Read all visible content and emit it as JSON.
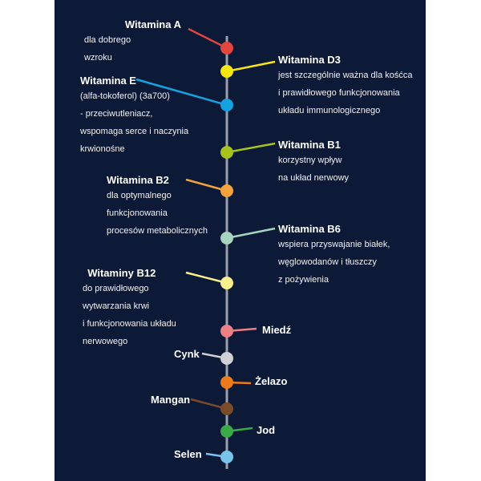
{
  "colors": {
    "background": "#0c1937",
    "spine": "#9a9fab"
  },
  "nutrients": [
    {
      "name": "Witamina A",
      "desc": [
        "dla dobrego",
        "wzroku"
      ],
      "color": "#e0463e",
      "side": "left"
    },
    {
      "name": "Witamina D3",
      "desc": [
        "jest szczególnie ważna dla kośćca",
        "i prawidłowego funkcjonowania",
        "układu immunologicznego"
      ],
      "color": "#f5e614",
      "side": "right"
    },
    {
      "name": "Witamina E",
      "desc": [
        "(alfa-tokoferol) (3a700)",
        "- przeciwutleniacz,",
        "wspomaga serce i naczynia",
        "krwionośne"
      ],
      "color": "#16a1e0",
      "side": "left"
    },
    {
      "name": "Witamina B1",
      "desc": [
        "korzystny wpływ",
        "na układ nerwowy"
      ],
      "color": "#a6c21d",
      "side": "right"
    },
    {
      "name": "Witamina B2",
      "desc": [
        "dla optymalnego",
        "funkcjonowania",
        "procesów metabolicznych"
      ],
      "color": "#f4a33c",
      "side": "left"
    },
    {
      "name": "Witamina B6",
      "desc": [
        "wspiera przyswajanie białek,",
        "węglowodanów i tłuszczy",
        "z pożywienia"
      ],
      "color": "#a6d5c0",
      "side": "right"
    },
    {
      "name": "Witaminy B12",
      "desc": [
        "do prawidłowego",
        "wytwarzania krwi",
        "i funkcjonowania układu",
        "nerwowego"
      ],
      "color": "#f8f08c",
      "side": "left"
    },
    {
      "name": "Miedź",
      "desc": [],
      "color": "#ef7f86",
      "side": "right"
    },
    {
      "name": "Cynk",
      "desc": [],
      "color": "#cfd1d6",
      "side": "left"
    },
    {
      "name": "Żelazo",
      "desc": [],
      "color": "#ee7a1a",
      "side": "right"
    },
    {
      "name": "Mangan",
      "desc": [],
      "color": "#7a4b2a",
      "side": "left"
    },
    {
      "name": "Jod",
      "desc": [],
      "color": "#3aa948",
      "side": "right"
    },
    {
      "name": "Selen",
      "desc": [],
      "color": "#78c3ec",
      "side": "left"
    }
  ]
}
